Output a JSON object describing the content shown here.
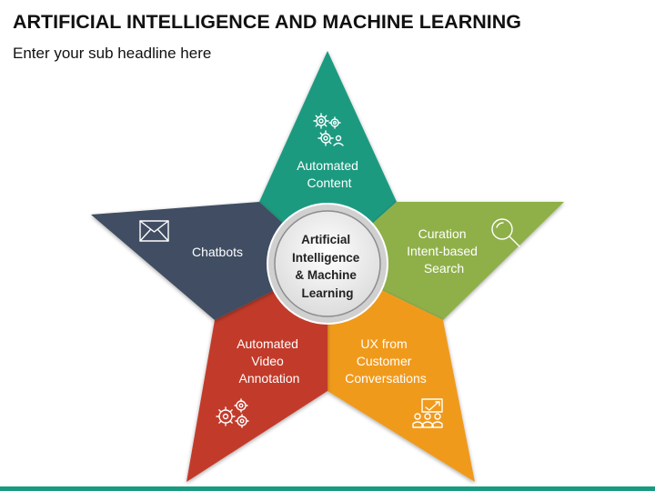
{
  "header": {
    "title": "ARTIFICIAL INTELLIGENCE AND MACHINE LEARNING",
    "subtitle": "Enter your sub headline here"
  },
  "center": {
    "lines": [
      "Artificial",
      "Intelligence",
      "& Machine",
      "Learning"
    ]
  },
  "segments": {
    "top": {
      "lines": [
        "Automated",
        "Content"
      ],
      "color": "#1a9a80",
      "icon": "gears-people-icon"
    },
    "right": {
      "lines": [
        "Curation",
        "Intent-based",
        "Search"
      ],
      "color": "#8fb04a",
      "icon": "magnifier-icon"
    },
    "bottom_right": {
      "lines": [
        "UX from",
        "Customer",
        "Conversations"
      ],
      "color": "#f09a1c",
      "icon": "team-presentation-icon"
    },
    "bottom_left": {
      "lines": [
        "Automated",
        "Video",
        "Annotation"
      ],
      "color": "#c23a2c",
      "icon": "gears-icon"
    },
    "left": {
      "lines": [
        "Chatbots"
      ],
      "color": "#3f4e62",
      "icon": "envelope-icon"
    }
  },
  "colors": {
    "bottom_bar": "#1a9a80",
    "center_ring": "#d0d0d0",
    "center_fill": "#f2f2f2"
  }
}
